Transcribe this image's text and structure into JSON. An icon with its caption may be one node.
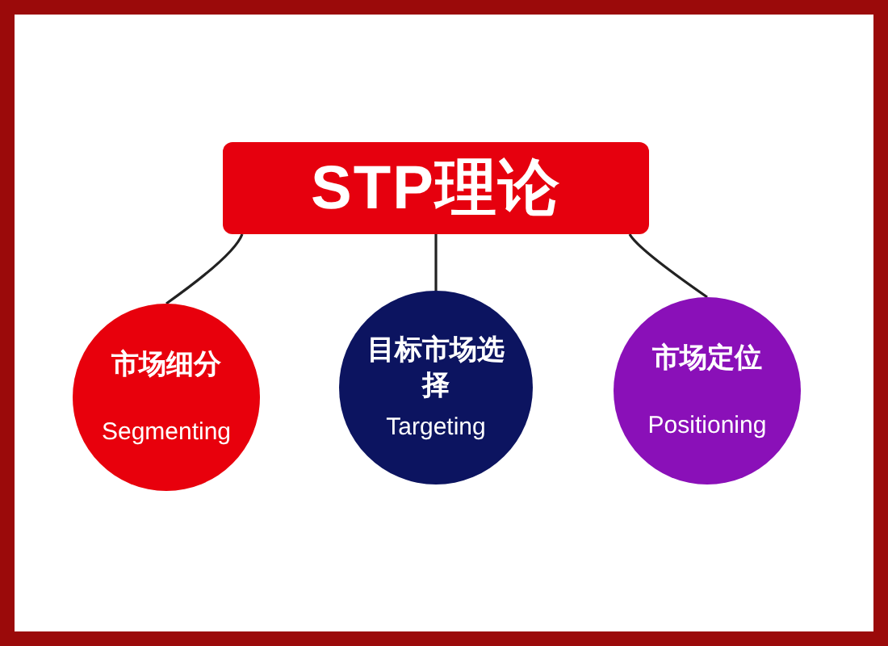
{
  "diagram": {
    "nodes": [
      {
        "text": [
          "STP理论"
        ]
      },
      {
        "text": [
          "市场细分",
          "Segmenting"
        ]
      },
      {
        "text": [
          "目标市场选择",
          "Targeting"
        ]
      },
      {
        "text": [
          "市场定位",
          "Positioning"
        ]
      }
    ],
    "edges": [
      {
        "from": 0,
        "to": 1,
        "arrow": "none"
      },
      {
        "from": 0,
        "to": 2,
        "arrow": "none"
      },
      {
        "from": 0,
        "to": 3,
        "arrow": "none"
      }
    ]
  }
}
